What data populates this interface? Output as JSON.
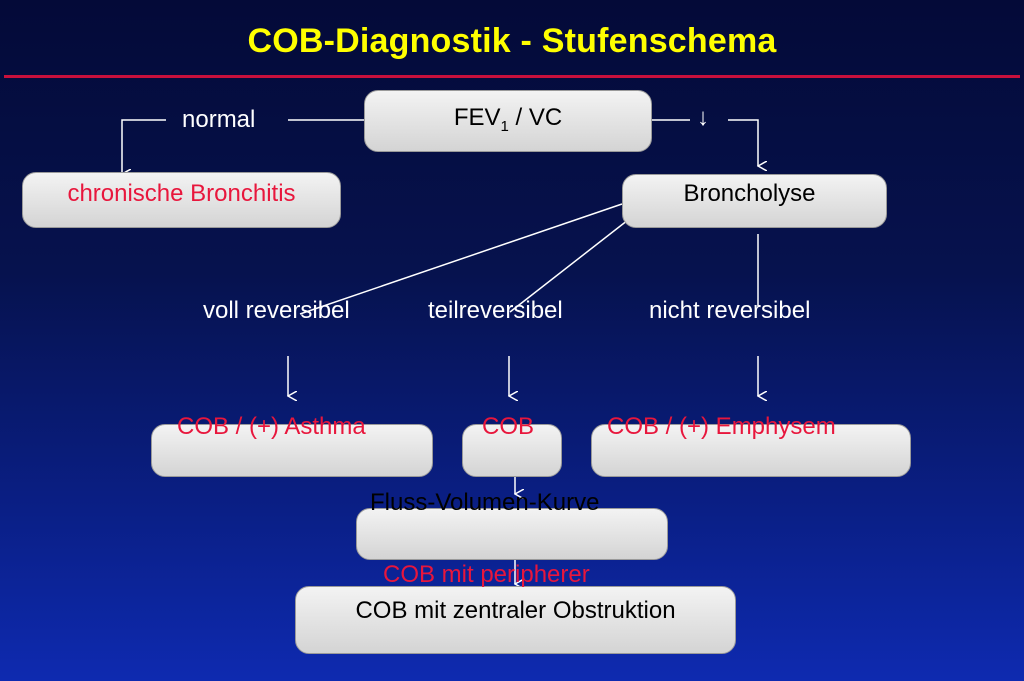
{
  "slide": {
    "title": "COB-Diagnostik - Stufenschema"
  },
  "nodes": {
    "fev": {
      "label": "FEV",
      "subscript": "1",
      "suffix": " / VC"
    },
    "normal": "normal",
    "decreased": "↓",
    "chronic_bronchitis": "chronische Bronchitis",
    "broncholysis": "Broncholyse",
    "fully_reversible": "voll reversibel",
    "partially_reversible": "teilreversibel",
    "not_reversible": "nicht reversibel",
    "cob_asthma": "COB / (+) Asthma",
    "cob": "COB",
    "cob_emphysema": "COB / (+) Emphysem",
    "flow_volume_curve": "Fluss-Volumen-Kurve",
    "cob_peripheral": "COB mit peripherer",
    "cob_central": "COB mit zentraler Obstruktion"
  },
  "colors": {
    "title": "#ffff00",
    "divider": "#c8103c",
    "highlight_text": "#e8163c",
    "normal_text": "#ffffff",
    "box_text": "#000000",
    "box_fill": "#e4e4e4"
  }
}
